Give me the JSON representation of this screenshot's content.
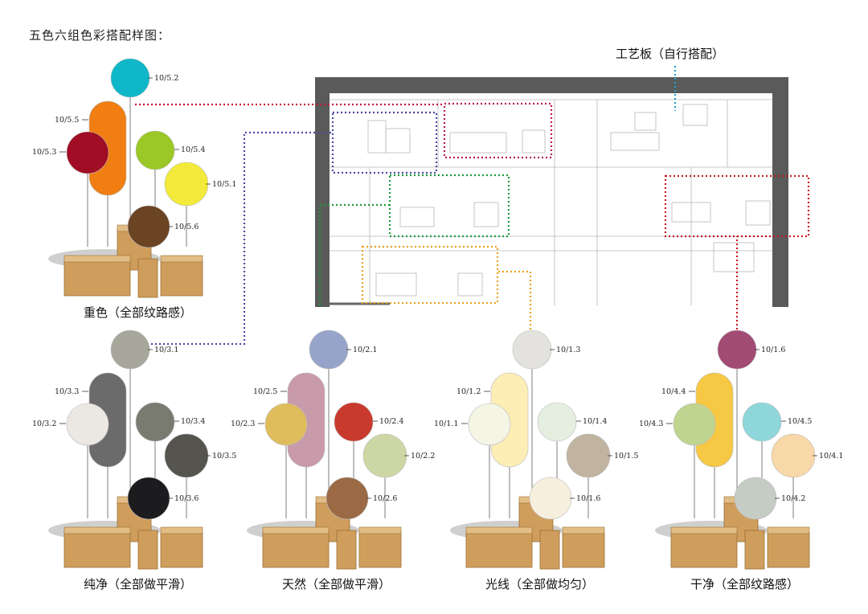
{
  "title": "五色六组色彩搭配样图：",
  "board_label": "工艺板（自行搭配）",
  "groups": [
    {
      "caption": "重色（全部纹路感）",
      "link_color": "#c8193a",
      "items": [
        {
          "code": "10/5.2",
          "color": "#0fb7c8"
        },
        {
          "code": "10/5.5",
          "color": "#f07e12"
        },
        {
          "code": "10/5.3",
          "color": "#a00d24"
        },
        {
          "code": "10/5.4",
          "color": "#9bc826"
        },
        {
          "code": "10/5.1",
          "color": "#f3ea3b"
        },
        {
          "code": "10/5.6",
          "color": "#6b4424"
        }
      ]
    },
    {
      "caption": "纯净（全部做平滑）",
      "link_color": "#4a4aa8",
      "items": [
        {
          "code": "10/3.1",
          "color": "#a7a69a"
        },
        {
          "code": "10/3.3",
          "color": "#6b6b6b"
        },
        {
          "code": "10/3.2",
          "color": "#ebe8e2"
        },
        {
          "code": "10/3.4",
          "color": "#797a70"
        },
        {
          "code": "10/3.5",
          "color": "#55544f"
        },
        {
          "code": "10/3.6",
          "color": "#1c1b1d"
        }
      ]
    },
    {
      "caption": "天然（全部做平滑）",
      "link_color": "#1e9a3a",
      "items": [
        {
          "code": "10/2.1",
          "color": "#97a4ca"
        },
        {
          "code": "10/2.5",
          "color": "#c89aaa"
        },
        {
          "code": "10/2.3",
          "color": "#e0bd5c"
        },
        {
          "code": "10/2.4",
          "color": "#c93a2e"
        },
        {
          "code": "10/2.2",
          "color": "#cdd7a5"
        },
        {
          "code": "10/2.6",
          "color": "#9b6a45"
        }
      ]
    },
    {
      "caption": "光线（全部做均匀）",
      "link_color": "#e8a31c",
      "items": [
        {
          "code": "10/1.3",
          "color": "#e3e2de"
        },
        {
          "code": "10/1.2",
          "color": "#fdeeb6"
        },
        {
          "code": "10/1.1",
          "color": "#f4f5e4"
        },
        {
          "code": "10/1.4",
          "color": "#e5efe0"
        },
        {
          "code": "10/1.5",
          "color": "#c0b3a0"
        },
        {
          "code": "10/1.6",
          "color": "#f7efde"
        }
      ]
    },
    {
      "caption": "干净（全部纹路感）",
      "link_color": "#c8191e",
      "items": [
        {
          "code": "10/1.6",
          "color": "#a24b74"
        },
        {
          "code": "10/4.4",
          "color": "#f6c844"
        },
        {
          "code": "10/4.3",
          "color": "#bfd48e"
        },
        {
          "code": "10/4.5",
          "color": "#8fd6da"
        },
        {
          "code": "10/4.1",
          "color": "#f8d7a8"
        },
        {
          "code": "10/4.2",
          "color": "#c5ccc4"
        }
      ]
    }
  ],
  "colors": {
    "board_frame": "#5a5a5a",
    "board_label_link": "#1aa0c8",
    "wood": "#cf9e5c",
    "stem": "#9b9b9b"
  }
}
